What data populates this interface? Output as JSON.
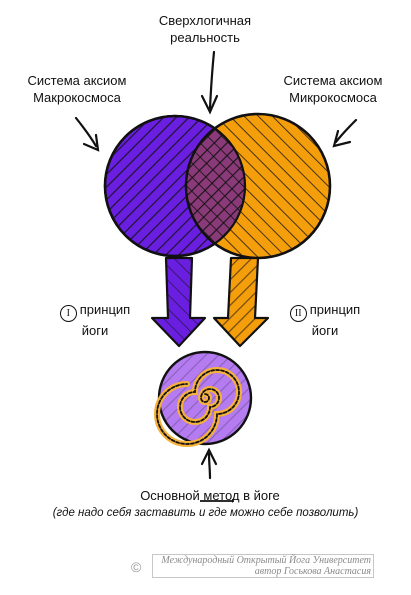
{
  "labels": {
    "top": "Сверхлогичная\nреальность",
    "macro": "Система аксиом\nМакрокосмоса",
    "micro": "Система аксиом\nМикрокосмоса",
    "principle1_num": "I",
    "principle1": "принцип\nйоги",
    "principle2_num": "II",
    "principle2": "принцип\nйоги",
    "method_prefix": "Основной ",
    "method_word": "метод",
    "method_suffix": " в йоге",
    "method_sub": "(где надо себя заставить и где можно себе позволить)"
  },
  "credit": {
    "symbol": "©",
    "line1": "Международный Открытый Йога Университет",
    "line2": "автор Госькова Анастасия"
  },
  "colors": {
    "purple": "#6a1fe0",
    "orange": "#f59e0b",
    "overlap": "#8a3a78",
    "outline": "#111111"
  }
}
